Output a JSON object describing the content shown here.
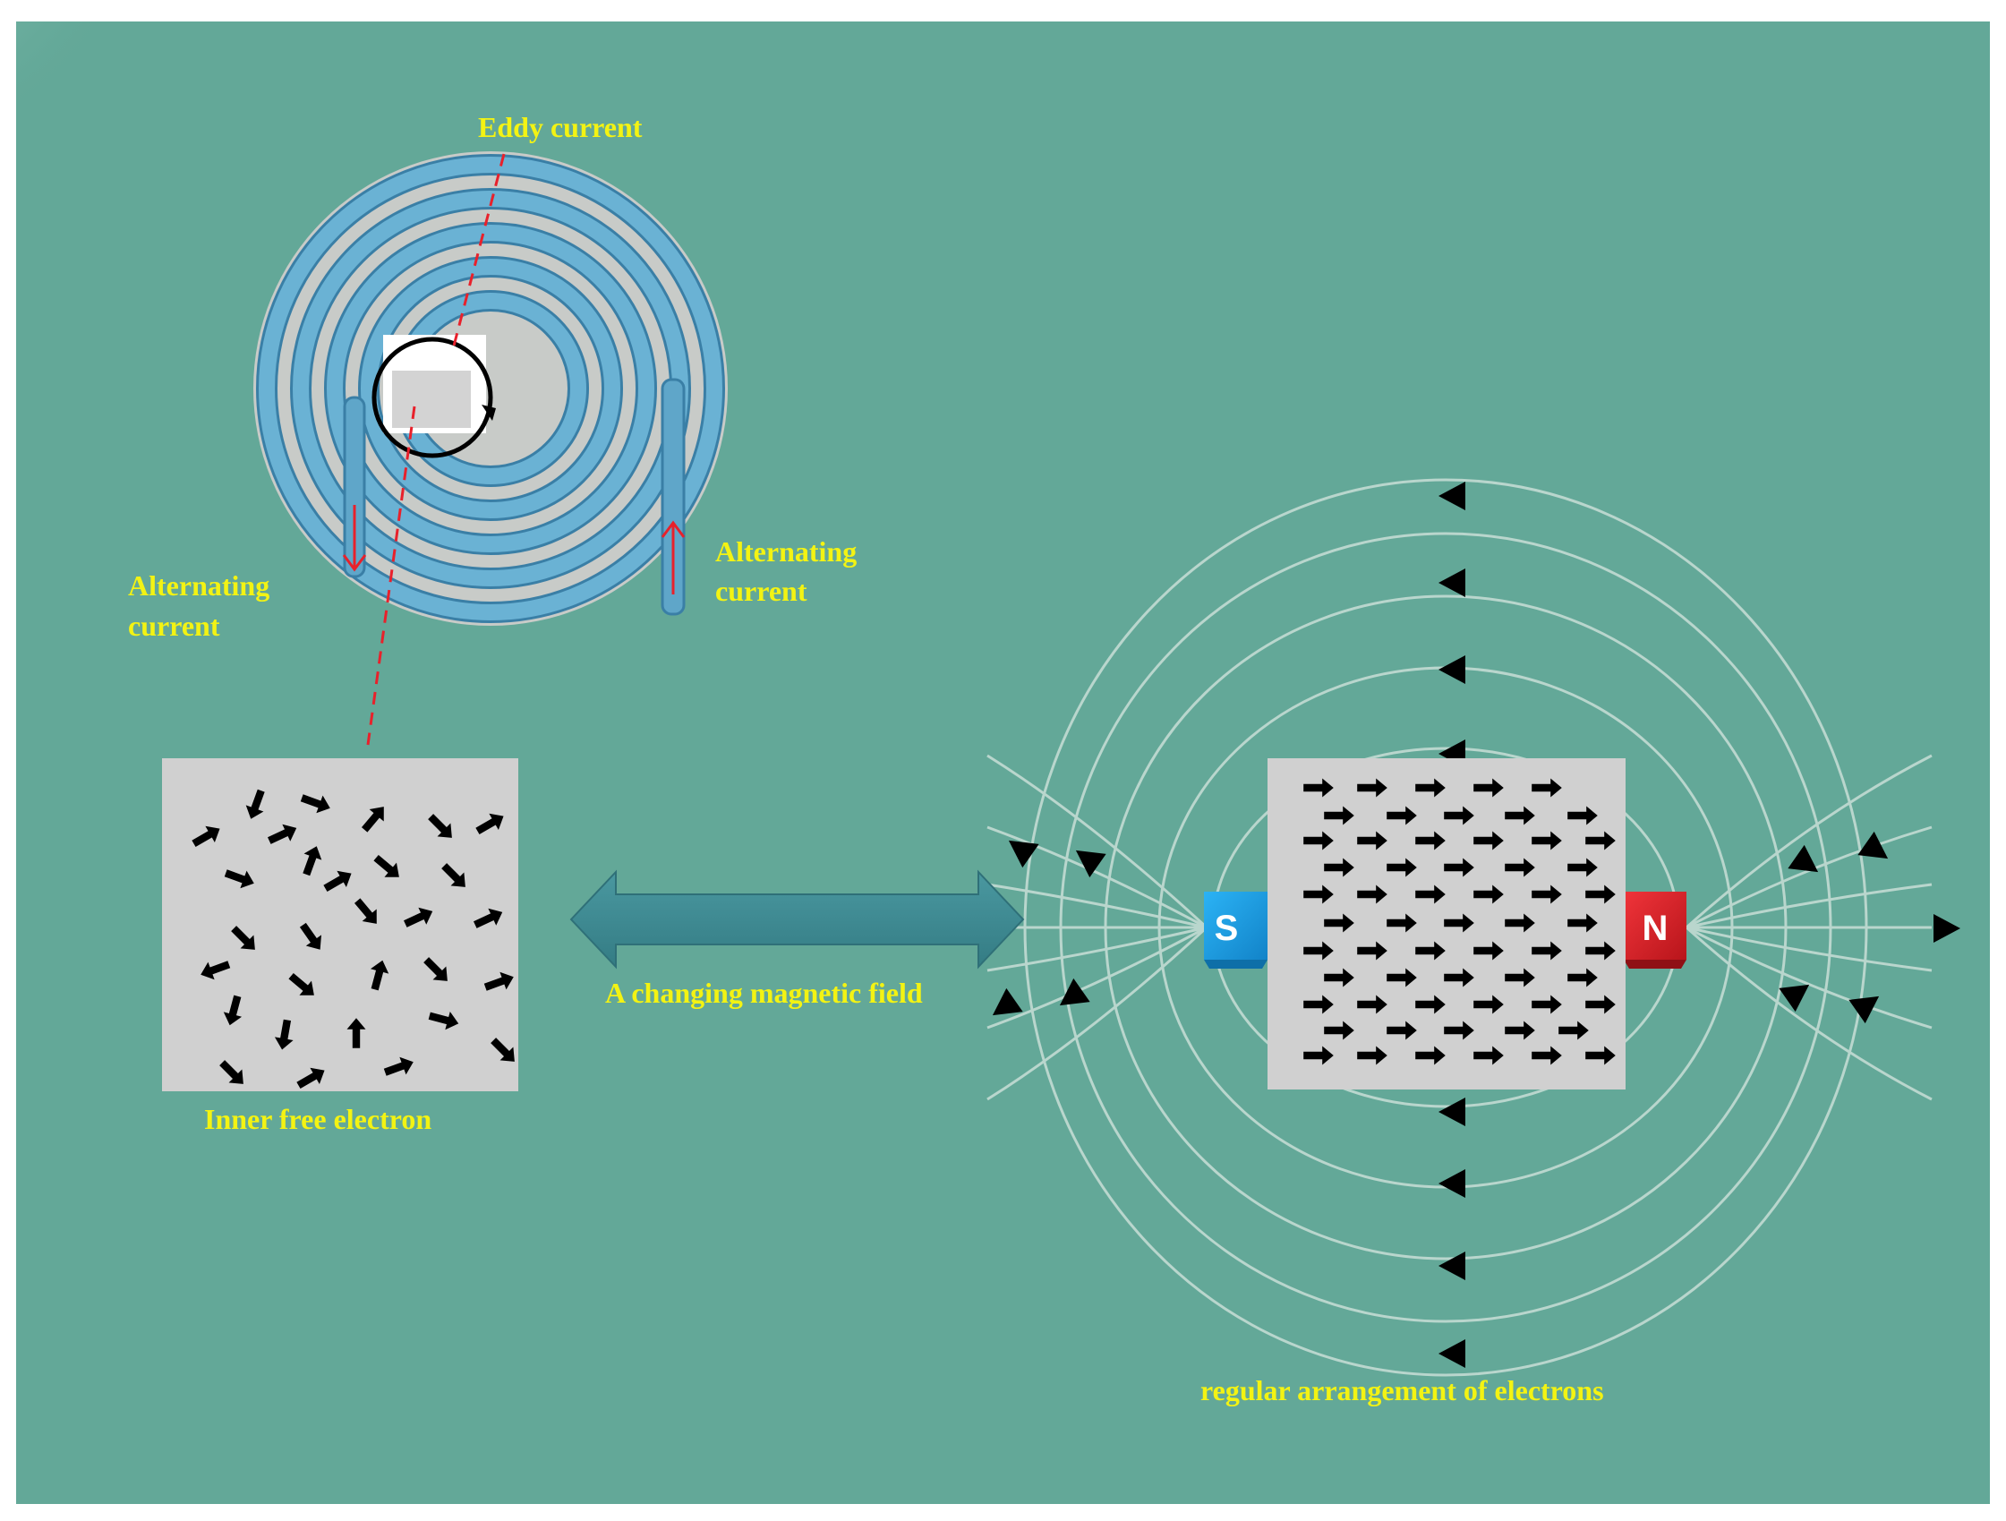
{
  "colors": {
    "background": "#63a898",
    "label": "#f3f313",
    "coil": "#5fa6c9",
    "coil_edge": "#3a7fa6",
    "coil_gap": "#c8cbc8",
    "sample": "#d0d0d0",
    "electron_arrow": "#000000",
    "dashed_line": "#e8212b",
    "double_arrow": "#3f8a92",
    "field_line": "#d8e8e2",
    "magnet_s": "#1b9fe8",
    "magnet_n": "#e2242b"
  },
  "labels": {
    "eddy_current": "Eddy current",
    "alternating_current_left": [
      "Alternating",
      "current"
    ],
    "alternating_current_right": [
      "Alternating",
      "current"
    ],
    "inner_free_electron": "Inner free electron",
    "changing_field": "A changing magnetic field",
    "regular_arrangement": "regular arrangement of electrons"
  },
  "magnet": {
    "south_pole": "S",
    "north_pole": "N"
  },
  "icons": {
    "random_electrons": "random-arrow-icons",
    "aligned_electrons": "right-arrow-icons",
    "field_direction": "triangle-arrow-icons",
    "current_direction": "thin-arrow-icons",
    "eddy_loop": "circular-arrow-icon"
  }
}
